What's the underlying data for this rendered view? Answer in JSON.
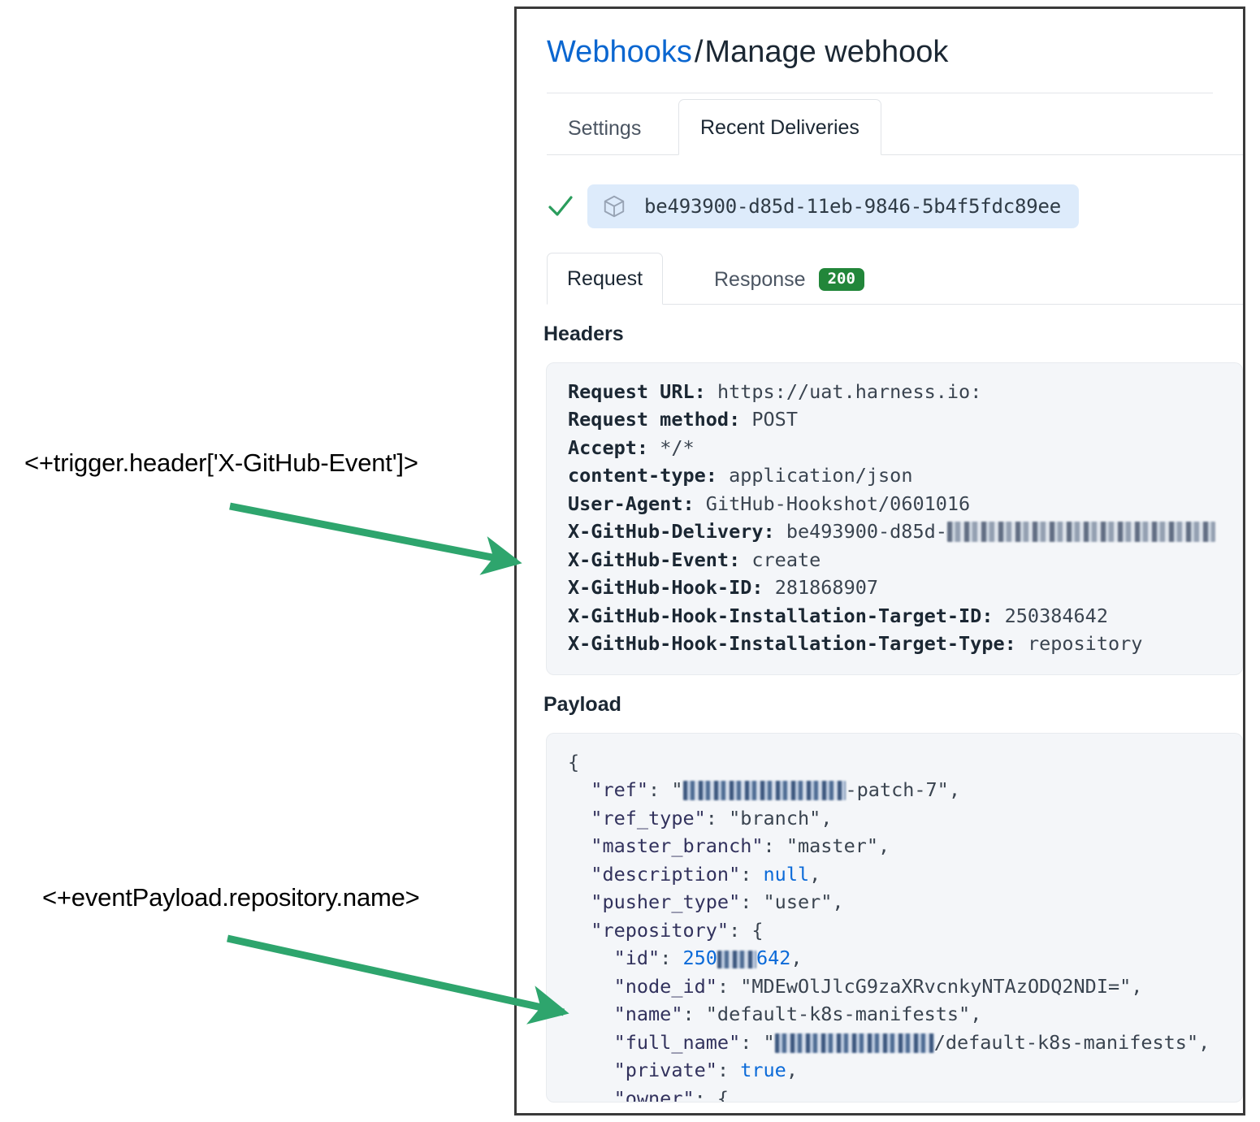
{
  "panel": {
    "breadcrumb": {
      "link": "Webhooks",
      "separator": "/",
      "current": "Manage webhook"
    },
    "tabs": [
      {
        "label": "Settings",
        "active": false
      },
      {
        "label": "Recent Deliveries",
        "active": true
      }
    ],
    "delivery": {
      "status_icon": "check-icon",
      "package_icon": "cube-icon",
      "guid": "be493900-d85d-11eb-9846-5b4f5fdc89ee"
    },
    "subtabs": [
      {
        "label": "Request",
        "active": true
      },
      {
        "label": "Response",
        "active": false,
        "badge": "200",
        "badge_color": "#22863a"
      }
    ],
    "headers_section": {
      "title": "Headers",
      "lines": [
        {
          "key": "Request URL:",
          "value": "https://uat.harness.io:"
        },
        {
          "key": "Request method:",
          "value": "POST"
        },
        {
          "key": "Accept:",
          "value": "*/*"
        },
        {
          "key": "content-type:",
          "value": "application/json"
        },
        {
          "key": "User-Agent:",
          "value": "GitHub-Hookshot/0601016"
        },
        {
          "key": "X-GitHub-Delivery:",
          "value": "be493900-d85d-",
          "redacted_suffix": true
        },
        {
          "key": "X-GitHub-Event:",
          "value": "create"
        },
        {
          "key": "X-GitHub-Hook-ID:",
          "value": "281868907"
        },
        {
          "key": "X-GitHub-Hook-Installation-Target-ID:",
          "value": "250384642"
        },
        {
          "key": "X-GitHub-Hook-Installation-Target-Type:",
          "value": "repository"
        }
      ]
    },
    "payload_section": {
      "title": "Payload",
      "lines": [
        "{",
        "  \"ref\": \"[redacted]-patch-7\",",
        "  \"ref_type\": \"branch\",",
        "  \"master_branch\": \"master\",",
        "  \"description\": null,",
        "  \"pusher_type\": \"user\",",
        "  \"repository\": {",
        "    \"id\": 250[redacted]642,",
        "    \"node_id\": \"MDEwOlJlcG9zaXRvcnkyNTAzODQ2NDI=\",",
        "    \"name\": \"default-k8s-manifests\",",
        "    \"full_name\": \"[redacted]/default-k8s-manifests\",",
        "    \"private\": true,",
        "    \"owner\": {"
      ]
    }
  },
  "annotations": [
    {
      "id": "trigger-header",
      "text": "<+trigger.header['X-GitHub-Event']>",
      "color": "#2ea56d"
    },
    {
      "id": "event-payload",
      "text": "<+eventPayload.repository.name>",
      "color": "#2ea56d"
    }
  ]
}
